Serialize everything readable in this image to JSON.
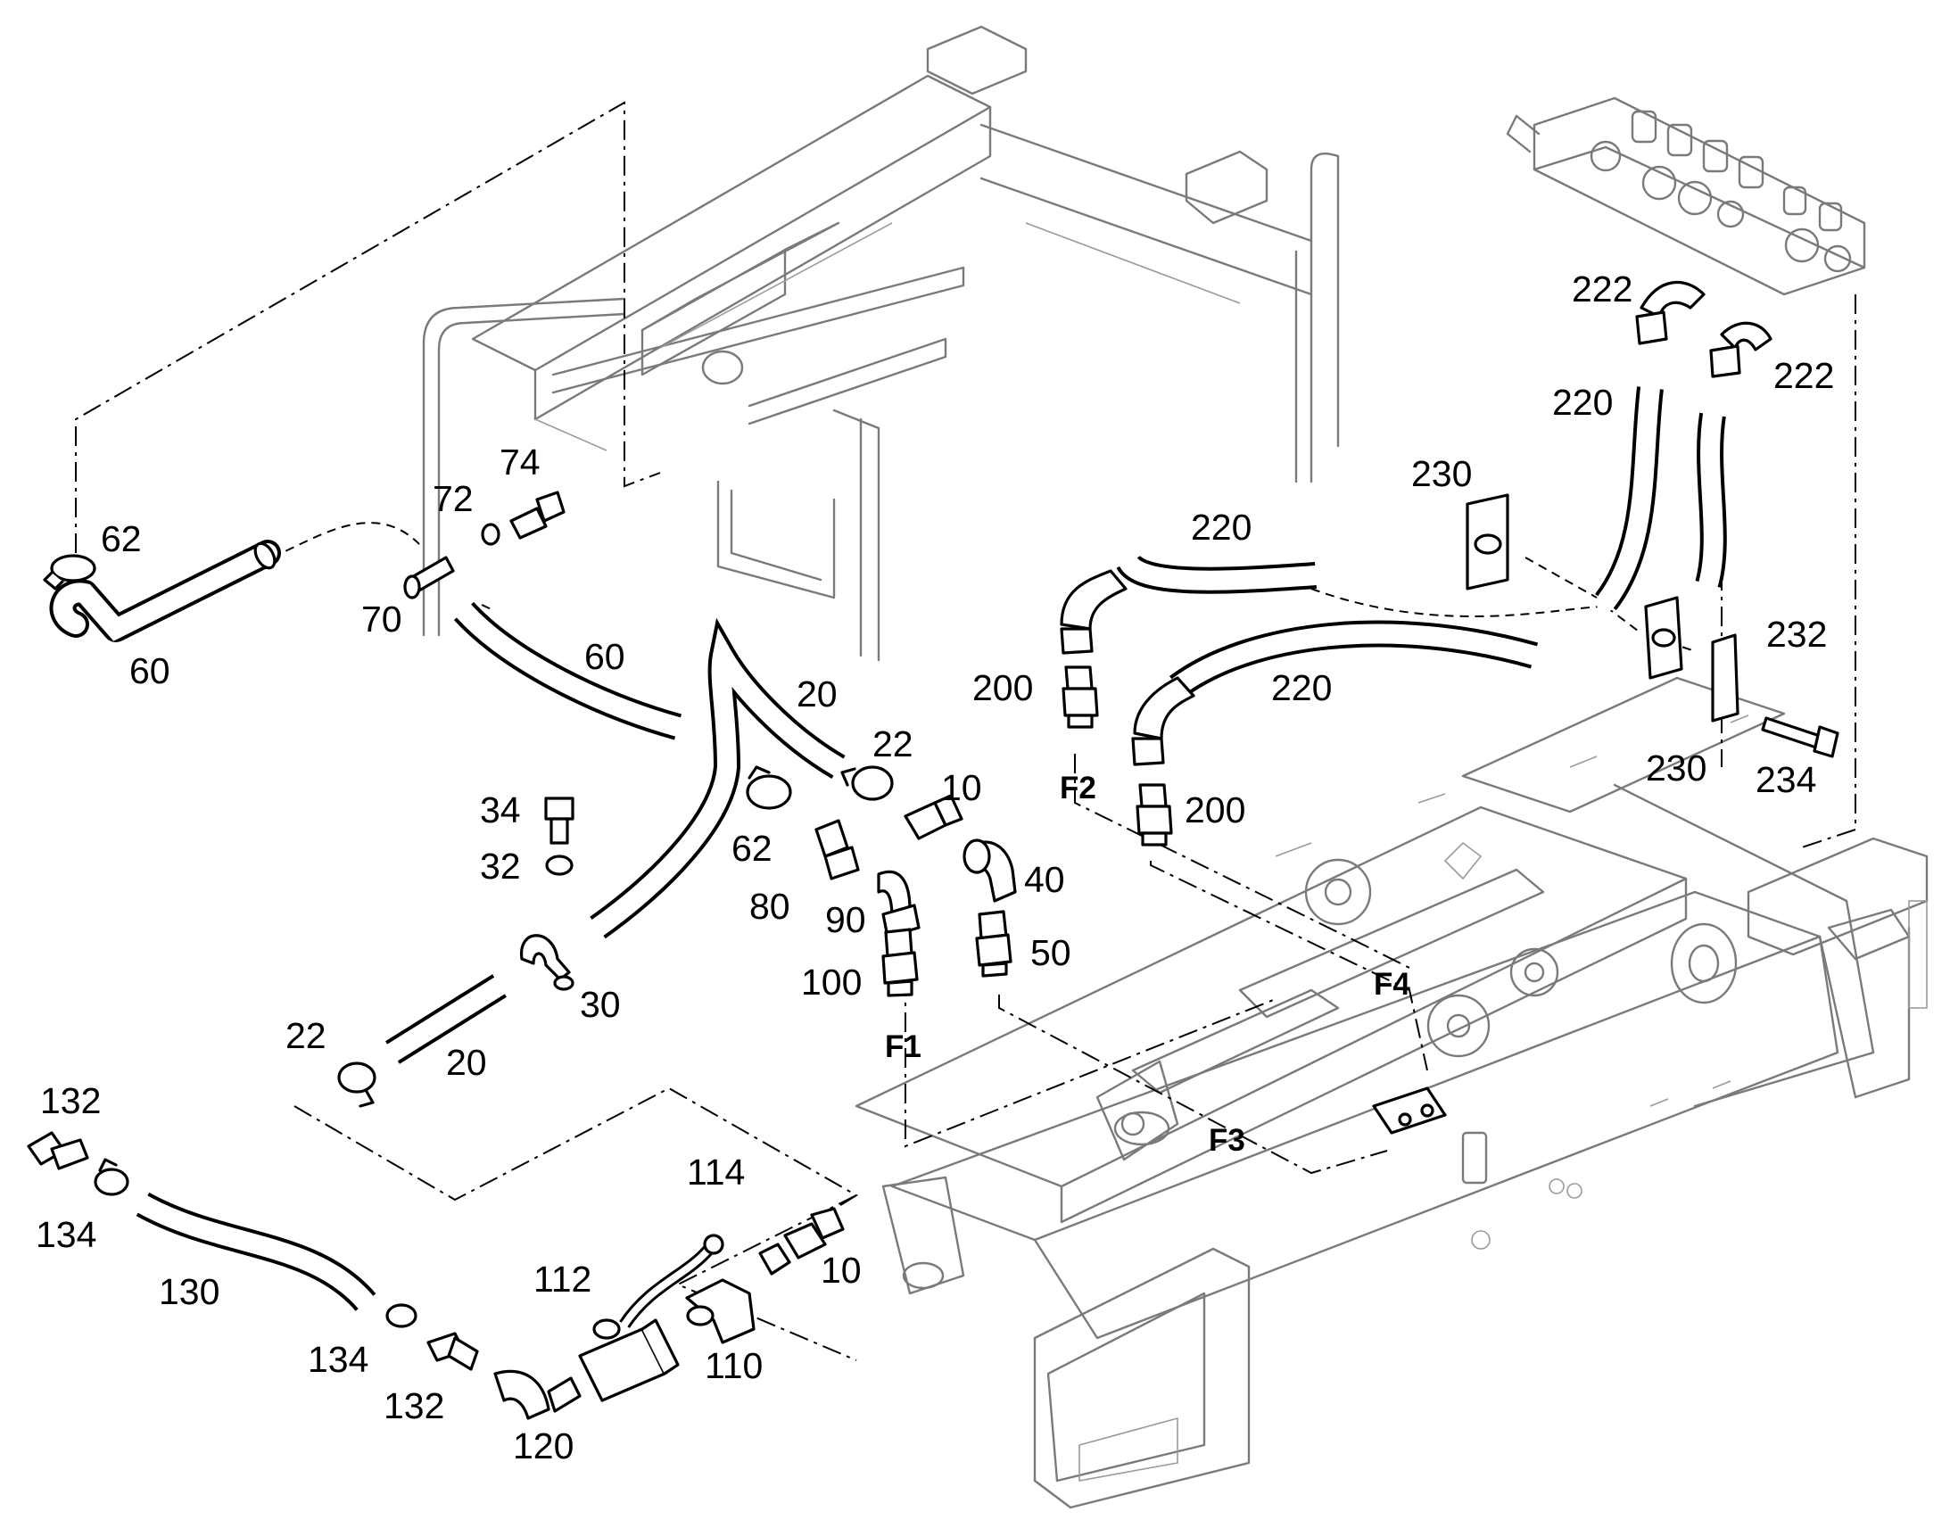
{
  "diagram": {
    "callouts": [
      {
        "id": "c-222a",
        "text": "222"
      },
      {
        "id": "c-222b",
        "text": "222"
      },
      {
        "id": "c-220a",
        "text": "220"
      },
      {
        "id": "c-230a",
        "text": "230"
      },
      {
        "id": "c-220b",
        "text": "220"
      },
      {
        "id": "c-232",
        "text": "232"
      },
      {
        "id": "c-200a",
        "text": "200"
      },
      {
        "id": "c-220c",
        "text": "220"
      },
      {
        "id": "c-230b",
        "text": "230"
      },
      {
        "id": "c-234",
        "text": "234"
      },
      {
        "id": "c-200b",
        "text": "200"
      },
      {
        "id": "c-74",
        "text": "74"
      },
      {
        "id": "c-72",
        "text": "72"
      },
      {
        "id": "c-62a",
        "text": "62"
      },
      {
        "id": "c-70",
        "text": "70"
      },
      {
        "id": "c-60a",
        "text": "60"
      },
      {
        "id": "c-60b",
        "text": "60"
      },
      {
        "id": "c-20a",
        "text": "20"
      },
      {
        "id": "c-22a",
        "text": "22"
      },
      {
        "id": "c-10a",
        "text": "10"
      },
      {
        "id": "c-34",
        "text": "34"
      },
      {
        "id": "c-32",
        "text": "32"
      },
      {
        "id": "c-62b",
        "text": "62"
      },
      {
        "id": "c-80",
        "text": "80"
      },
      {
        "id": "c-90",
        "text": "90"
      },
      {
        "id": "c-40",
        "text": "40"
      },
      {
        "id": "c-50",
        "text": "50"
      },
      {
        "id": "c-100",
        "text": "100"
      },
      {
        "id": "c-30",
        "text": "30"
      },
      {
        "id": "c-22b",
        "text": "22"
      },
      {
        "id": "c-20b",
        "text": "20"
      },
      {
        "id": "c-132a",
        "text": "132"
      },
      {
        "id": "c-134a",
        "text": "134"
      },
      {
        "id": "c-130",
        "text": "130"
      },
      {
        "id": "c-114",
        "text": "114"
      },
      {
        "id": "c-112",
        "text": "112"
      },
      {
        "id": "c-10b",
        "text": "10"
      },
      {
        "id": "c-134b",
        "text": "134"
      },
      {
        "id": "c-132b",
        "text": "132"
      },
      {
        "id": "c-110",
        "text": "110"
      },
      {
        "id": "c-120",
        "text": "120"
      }
    ],
    "connection_markers": [
      {
        "id": "f2",
        "text": "F2"
      },
      {
        "id": "f4",
        "text": "F4"
      },
      {
        "id": "f1",
        "text": "F1"
      },
      {
        "id": "f3",
        "text": "F3"
      }
    ]
  }
}
